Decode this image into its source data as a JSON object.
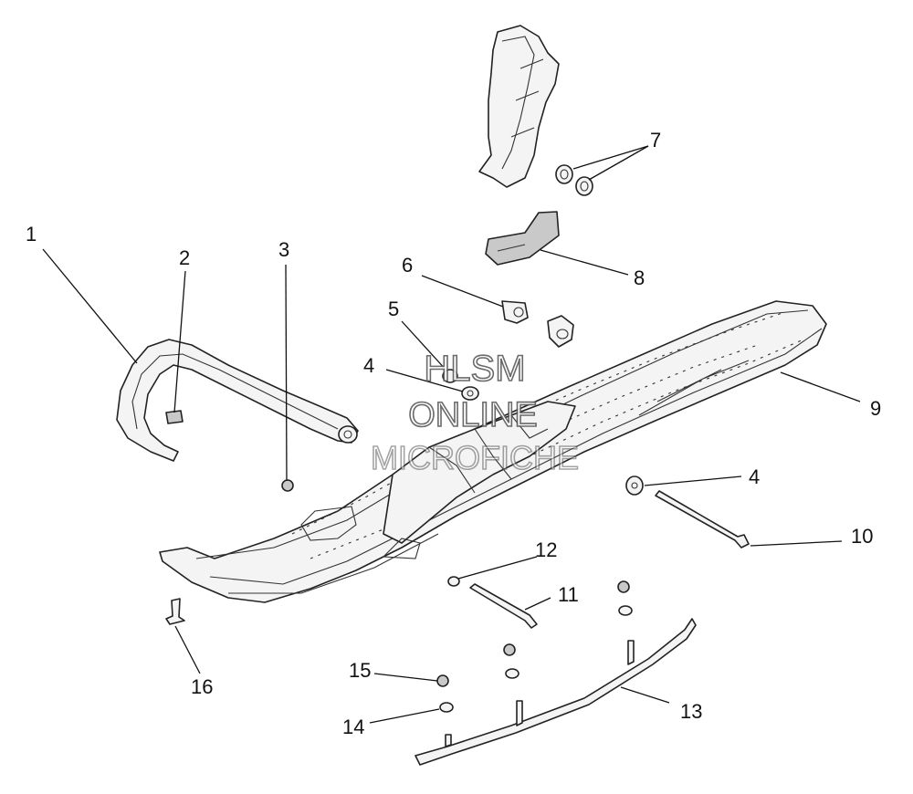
{
  "callouts": {
    "c1": "1",
    "c2": "2",
    "c3": "3",
    "c4a": "4",
    "c4b": "4",
    "c5": "5",
    "c6": "6",
    "c7": "7",
    "c8": "8",
    "c9": "9",
    "c10": "10",
    "c11": "11",
    "c12": "12",
    "c13": "13",
    "c14": "14",
    "c15": "15",
    "c16": "16"
  },
  "watermark": {
    "line1": "HLSM",
    "line2": "ONLINE",
    "line3": "MICROFICHE"
  }
}
